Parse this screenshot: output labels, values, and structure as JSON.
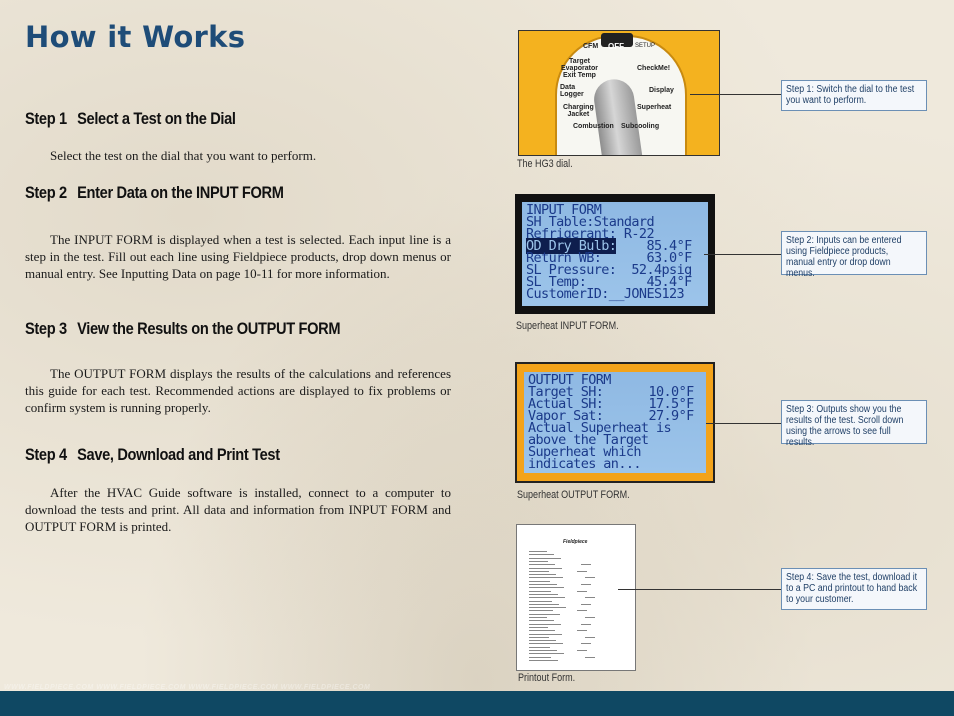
{
  "title": "How it Works",
  "steps": [
    {
      "num": "Step 1",
      "heading": "Select a Test on the Dial",
      "body": "Select the test on the dial that you want to perform."
    },
    {
      "num": "Step 2",
      "heading": "Enter Data on the INPUT FORM",
      "body": "The INPUT FORM is displayed when a test is selected.  Each input line is a step in the test. Fill out each line using Fieldpiece products, drop down menus or manual entry. See Inputting Data on page 10-11 for more information."
    },
    {
      "num": "Step 3",
      "heading": "View the Results on the OUTPUT FORM",
      "body": "The OUTPUT FORM displays the results of the calculations and references this guide for each test. Recommended actions are displayed to fix problems or confirm system is running properly."
    },
    {
      "num": "Step 4",
      "heading": "Save, Download and Print Test",
      "body": "After the HVAC Guide software is installed, connect to a computer to download the tests and print. All data and information from INPUT FORM and OUTPUT FORM is printed."
    }
  ],
  "figures": {
    "dial": {
      "caption": "The HG3 dial.",
      "labels": {
        "cfm": "CFM",
        "off": "OFF",
        "setup": "SETUP",
        "target": "Target\nEvaporator\nExit Temp",
        "checkme": "CheckMe!",
        "data_logger": "Data\nLogger",
        "display": "Display",
        "charging": "Charging\nJacket",
        "superheat": "Superheat",
        "combustion": "Combustion",
        "subcooling": "Subcooling"
      }
    },
    "input_form": {
      "caption": "Superheat INPUT FORM.",
      "rows": [
        {
          "label": "INPUT FORM",
          "value": ""
        },
        {
          "label": "SH Table:Standard",
          "value": ""
        },
        {
          "label": "Refrigerant: R-22",
          "value": ""
        },
        {
          "label": "OD Dry Bulb:",
          "value": "85.4°F"
        },
        {
          "label": "Return WB:",
          "value": "63.0°F"
        },
        {
          "label": "SL Pressure:",
          "value": "52.4psig"
        },
        {
          "label": "SL Temp:",
          "value": "45.4°F"
        },
        {
          "label": "CustomerID:__JONES123",
          "value": ""
        }
      ]
    },
    "output_form": {
      "caption": "Superheat OUTPUT FORM.",
      "rows": [
        {
          "label": "OUTPUT FORM",
          "value": ""
        },
        {
          "label": "Target SH:",
          "value": "10.0°F"
        },
        {
          "label": "Actual SH:",
          "value": "17.5°F"
        },
        {
          "label": "Vapor Sat:",
          "value": "27.9°F"
        },
        {
          "label": "Actual Superheat is",
          "value": ""
        },
        {
          "label": "above the Target",
          "value": ""
        },
        {
          "label": "Superheat which",
          "value": ""
        },
        {
          "label": "indicates an...",
          "value": ""
        }
      ]
    },
    "printout": {
      "caption": "Printout Form.",
      "logo": "Fieldpiece"
    }
  },
  "callouts": [
    "Step 1: Switch the dial to the test you want to perform.",
    "Step 2: Inputs can be entered using Fieldpiece products, manual entry or drop down menus.",
    "Step 3: Outputs show you the results of the test.  Scroll down using the arrows to see full results.",
    "Step 4: Save the test, download it to a PC and printout to hand back to your customer."
  ],
  "footer_url": "WWW.FIELDPIECE.COM WWW.FIELDPIECE.COM WWW.FIELDPIECE.COM WWW.FIELDPIECE.COM"
}
